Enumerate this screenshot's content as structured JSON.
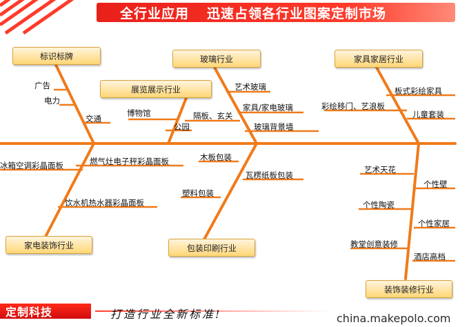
{
  "banner": {
    "left_text": "全行业应用",
    "right_text": "迅速占领各行业图案定制市场"
  },
  "categories": {
    "signage": "标识标牌",
    "glass": "玻璃行业",
    "furniture": "家具家居行业",
    "exhibition": "展览展示行业",
    "appliance": "家电装饰行业",
    "packaging": "包装印刷行业",
    "decoration": "装饰装修行业"
  },
  "items": {
    "ad": "广告",
    "power": "电力",
    "traffic": "交通",
    "museum": "博物馆",
    "park": "公园",
    "partition": "隔板、玄关",
    "art_glass": "艺术玻璃",
    "furniture_glass": "家具/家电玻璃",
    "glass_wall": "玻璃背景墙",
    "painted_door": "彩绘移门、艺浪板",
    "panel_furniture": "板式彩绘家具",
    "kids_set": "儿童套装",
    "fridge_panel": "冰箱空调彩晶面板",
    "stove_panel": "燃气灶电子秤彩晶面板",
    "dispenser_panel": "饮水机热水器彩晶面板",
    "wood_pack": "木板包装",
    "corrugated": "瓦楞纸板包装",
    "plastic_pack": "塑料包装",
    "art_ceiling": "艺术天花",
    "custom_ceramic": "个性陶瓷",
    "church": "教堂创意装修",
    "personal_1": "个性壁",
    "personal_2": "个性家居",
    "hotel": "酒店高档"
  },
  "footer": {
    "brand": "定制科技",
    "slogan": "打造行业全新标准!",
    "watermark": "china.makepolo.com"
  },
  "colors": {
    "bone": "#f07a1a",
    "banner": "#e8201a",
    "box_fill": "#ffd777"
  }
}
